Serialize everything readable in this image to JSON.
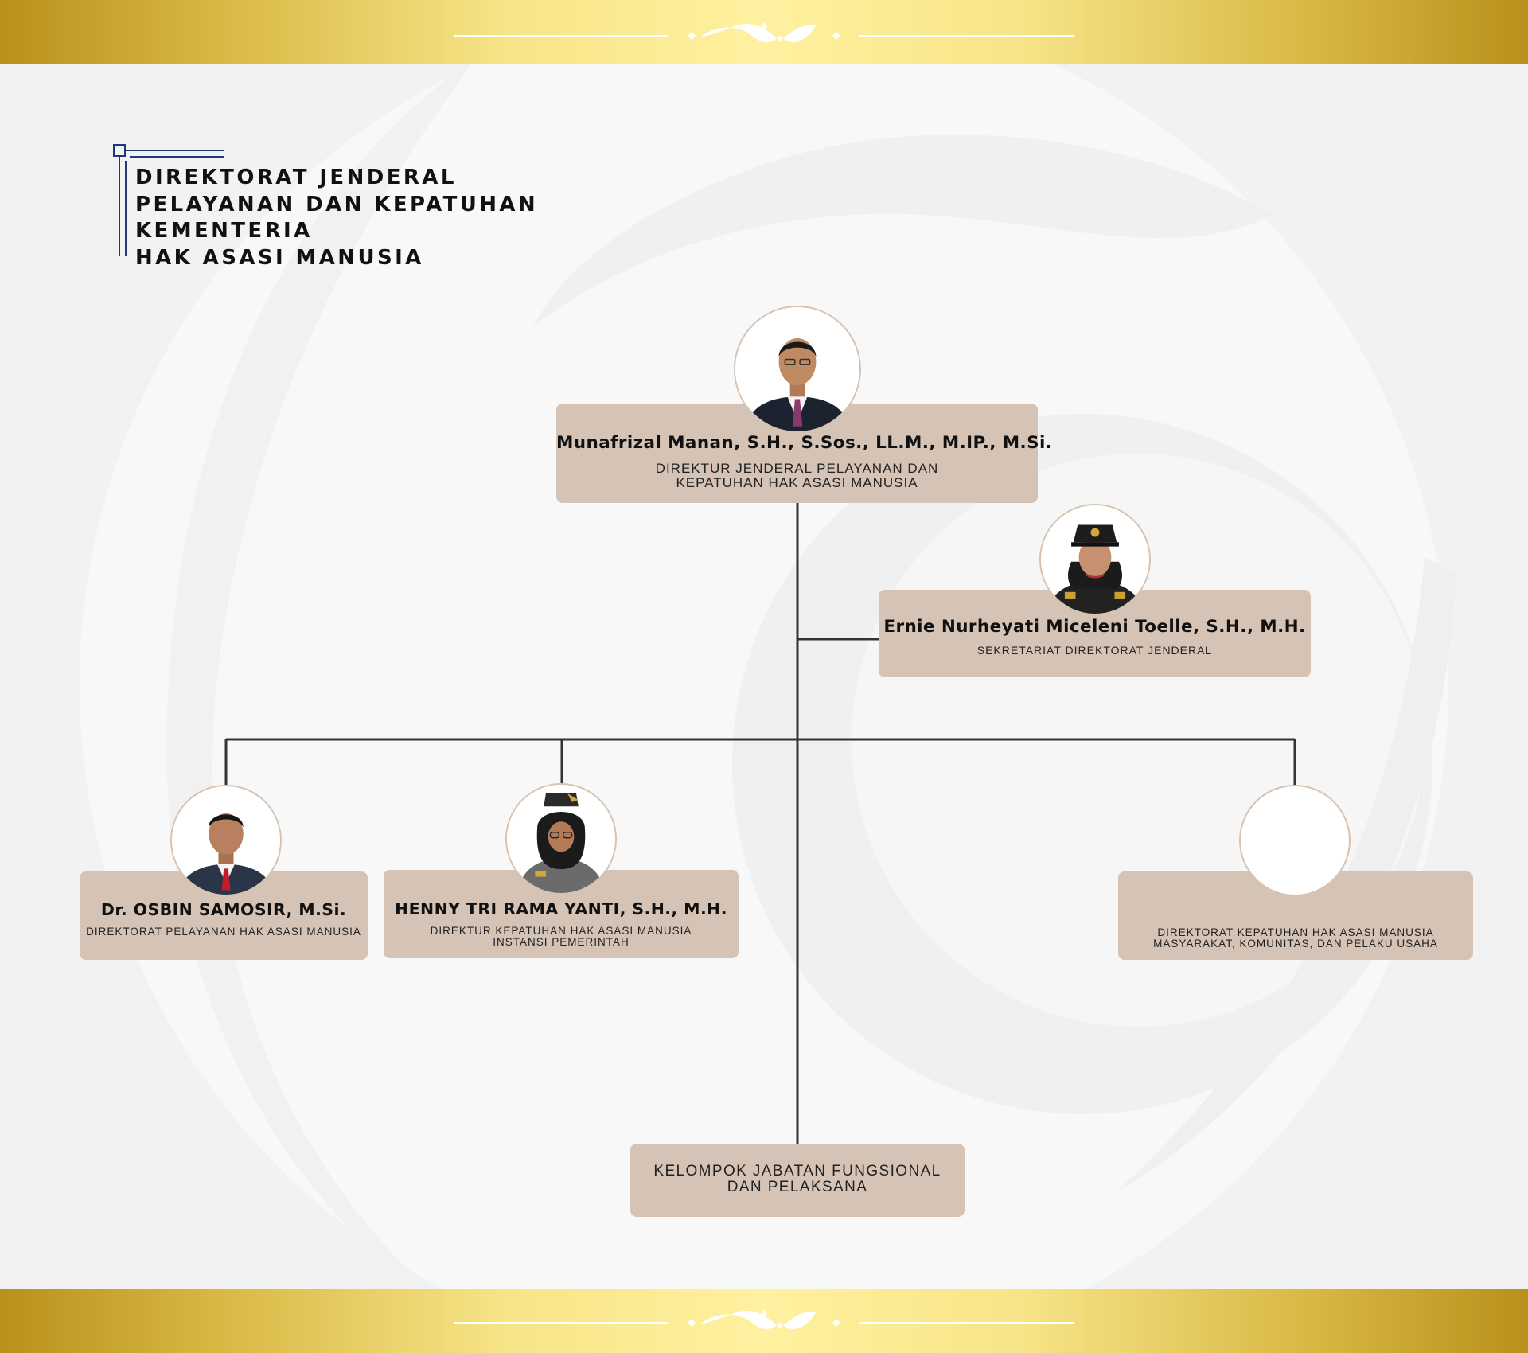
{
  "title": {
    "lines": [
      "DIREKTORAT JENDERAL",
      "PELAYANAN DAN KEPATUHAN",
      "KEMENTERIA",
      "HAK ASASI MANUSIA"
    ]
  },
  "director_general": {
    "name": "Munafrizal Manan, S.H., S.Sos., LL.M., M.IP., M.Si.",
    "role_lines": [
      "DIREKTUR JENDERAL PELAYANAN DAN",
      "KEPATUHAN HAK ASASI MANUSIA"
    ]
  },
  "secretariat": {
    "name": "Ernie Nurheyati Miceleni Toelle, S.H., M.H.",
    "role_lines": [
      "SEKRETARIAT DIREKTORAT JENDERAL"
    ]
  },
  "directorates": [
    {
      "name": "Dr. OSBIN SAMOSIR, M.Si.",
      "role_lines": [
        "DIREKTORAT PELAYANAN HAK ASASI MANUSIA"
      ]
    },
    {
      "name": "HENNY TRI RAMA YANTI, S.H., M.H.",
      "role_lines": [
        "DIREKTUR KEPATUHAN HAK ASASI MANUSIA",
        "INSTANSI PEMERINTAH"
      ]
    },
    {
      "name": "",
      "role_lines": [
        "DIREKTORAT KEPATUHAN HAK ASASI MANUSIA",
        "MASYARAKAT, KOMUNITAS, DAN PELAKU USAHA"
      ]
    }
  ],
  "functional_group": {
    "role_lines": [
      "KELOMPOK JABATAN FUNGSIONAL",
      "DAN PELAKSANA"
    ]
  },
  "colors": {
    "box": "#d5c3b5",
    "line": "#333333",
    "gold_dark": "#b8911c",
    "gold_light": "#fff1a0",
    "title_frame": "#1f3a78"
  }
}
